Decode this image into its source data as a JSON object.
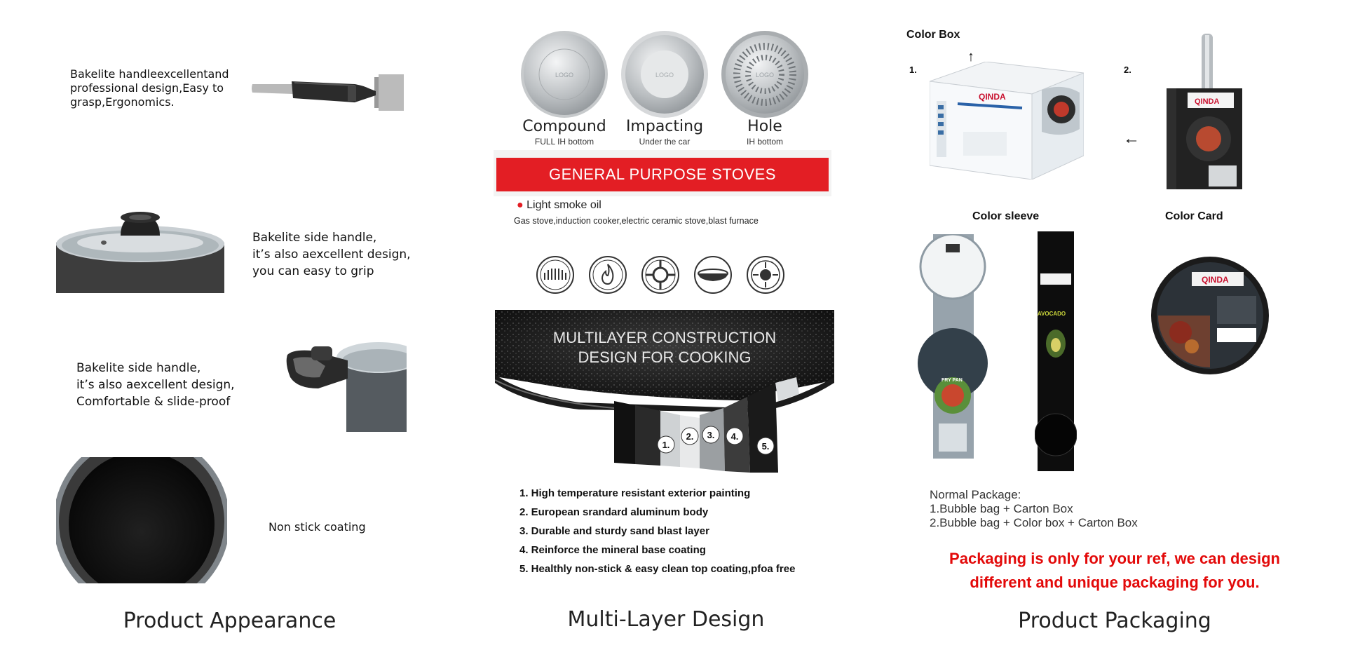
{
  "appearance": {
    "features": [
      "Bakelite handleexcellentand\nprofessional design,Easy to\ngrasp,Ergonomics.",
      "Bakelite side handle,\nit’s also aexcellent design,\nyou can easy to grip",
      "Bakelite side handle,\nit’s also aexcellent design,\nComfortable & slide-proof",
      "Non stick coating"
    ],
    "caption": "Product Appearance"
  },
  "multilayer": {
    "bottoms": [
      {
        "logo": "LOGO",
        "name": "Compound",
        "sub": "FULL IH bottom"
      },
      {
        "logo": "LOGO",
        "name": "Impacting",
        "sub": "Under the car"
      },
      {
        "logo": "LOGO",
        "name": "Hole",
        "sub": "IH bottom"
      }
    ],
    "banner": "GENERAL PURPOSE STOVES",
    "bullet": "Light smoke oil",
    "stoves": "Gas stove,induction cooker,electric ceramic stove,blast furnace",
    "stove_icons": [
      "coil-stove-icon",
      "gas-flame-icon",
      "gas-burner-icon",
      "ceramic-stove-icon",
      "induction-stove-icon"
    ],
    "construction_title_1": "MULTILAYER CONSTRUCTION",
    "construction_title_2": "DESIGN FOR COOKING",
    "layer_numbers": [
      "1.",
      "2.",
      "3.",
      "4.",
      "5."
    ],
    "layers": [
      "1. High temperature resistant exterior painting",
      "2. European srandard aluminum body",
      "3. Durable and sturdy sand blast layer",
      "4. Reinforce the mineral base coating",
      "5. Healthly non-stick & easy clean top coating,pfoa free"
    ],
    "caption": "Multi-Layer Design"
  },
  "packaging": {
    "color_box": "Color Box",
    "num1": "1.",
    "num2": "2.",
    "color_sleeve": "Color sleeve",
    "color_card": "Color Card",
    "brand": "QINDA",
    "sleeve_text_1": "FRY PAN",
    "sleeve_text_2": "AVOCADO",
    "normal_title": "Normal Package:",
    "normal_1": "1.Bubble bag + Carton Box",
    "normal_2": "2.Bubble bag + Color box + Carton Box",
    "note_1": "Packaging is only for your ref, we can design",
    "note_2": "different and unique packaging for you.",
    "caption": "Product Packaging"
  },
  "colors": {
    "accent_red": "#e31e24",
    "note_red": "#e30a0a",
    "pan_black": "#1a1a1a"
  }
}
